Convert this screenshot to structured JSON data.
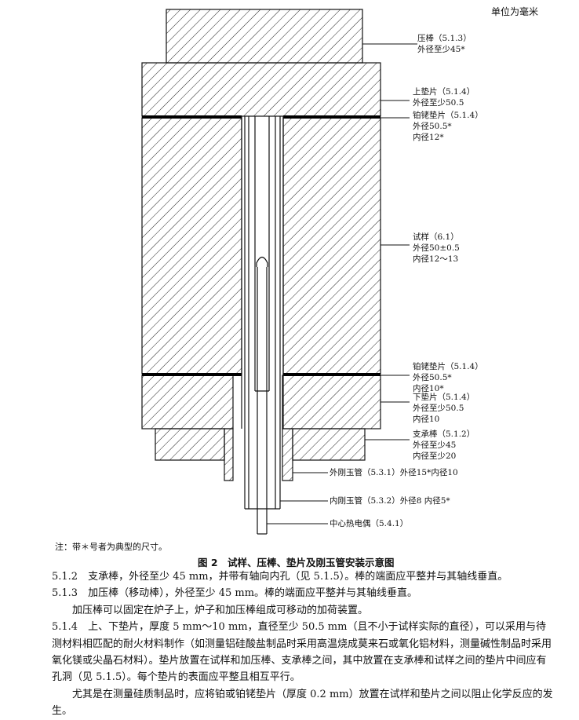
{
  "header": {
    "unit": "单位为毫米"
  },
  "labels": {
    "press_rod": [
      "压棒（5.1.3）",
      "外径至少45*"
    ],
    "upper_pad": [
      "上垫片（5.1.4）",
      "外径至少50.5"
    ],
    "pt_rh_top": [
      "铂铑垫片（5.1.4）",
      "外径50.5*",
      "内径12*"
    ],
    "specimen": [
      "试样（6.1）",
      "外径50±0.5",
      "内径12～13"
    ],
    "pt_rh_bottom": [
      "铂铑垫片（5.1.4）",
      "外径50.5*",
      "内径10*"
    ],
    "lower_pad": [
      "下垫片（5.1.4）",
      "外径至少50.5",
      "内径10"
    ],
    "support_rod": [
      "支承棒（5.1.2）",
      "外径至少45",
      "内径至少20"
    ],
    "outer_tube": [
      "外刚玉管（5.3.1）外径15*内径10"
    ],
    "inner_tube": [
      "内刚玉管（5.3.2）外径8 内径5*"
    ],
    "thermocouple": [
      "中心热电偶（5.4.1）"
    ]
  },
  "figure": {
    "note": "注：带＊号者为典型的尺寸。",
    "caption": "图 2　试样、压棒、垫片及刚玉管安装示意图"
  },
  "body": {
    "p1": "5.1.2　支承棒，外径至少 45 mm，并带有轴向内孔（见 5.1.5）。棒的端面应平整并与其轴线垂直。",
    "p2": "5.1.3　加压棒（移动棒），外径至少 45 mm。棒的端面应平整并与其轴线垂直。",
    "p3": "加压棒可以固定在炉子上，炉子和加压棒组成可移动的加荷装置。",
    "p4": "5.1.4　上、下垫片，厚度 5 mm～10 mm，直径至少 50.5 mm（且不小于试样实际的直径），可以采用与待测材料相匹配的耐火材料制作（如测量铝硅酸盐制品时采用高温烧成莫来石或氧化铝材料，测量碱性制品时采用氧化镁或尖晶石材料）。垫片放置在试样和加压棒、支承棒之间，其中放置在支承棒和试样之间的垫片中间应有孔洞（见 5.1.5）。每个垫片的表面应平整且相互平行。",
    "p5": "尤其是在测量硅质制品时，应将铂或铂铑垫片（厚度 0.2 mm）放置在试样和垫片之间以阻止化学反应的发生。"
  }
}
